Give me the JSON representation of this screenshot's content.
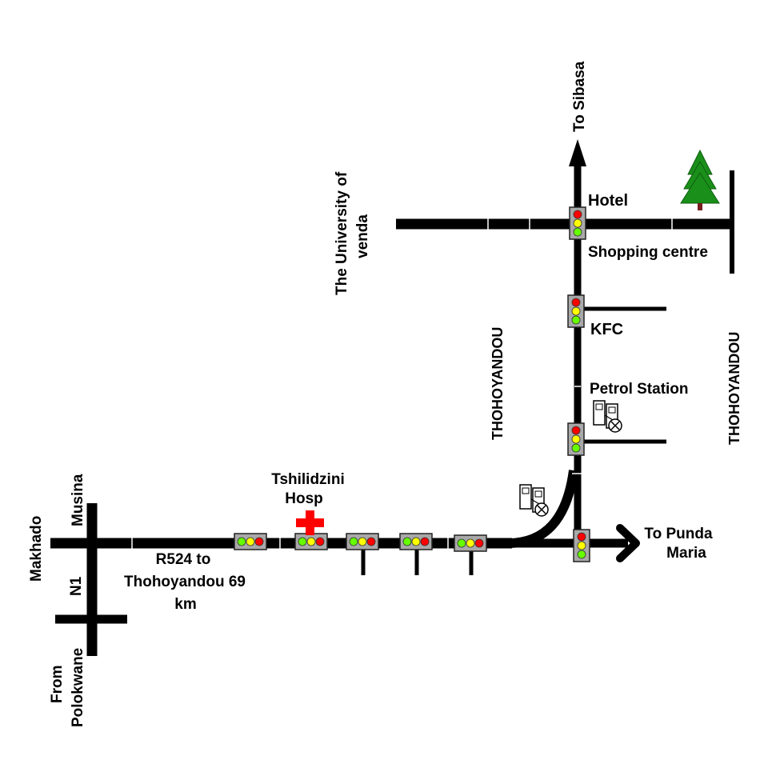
{
  "map": {
    "labels": {
      "to_sibasa": "To Sibasa",
      "hotel": "Hotel",
      "university_line1": "The University of",
      "university_line2": "venda",
      "shopping_centre": "Shopping centre",
      "thohoyandou_left": "THOHOYANDOU",
      "thohoyandou_right": "THOHOYANDOU",
      "kfc": "KFC",
      "petrol_station": "Petrol Station",
      "hospital_line1": "Tshilidzini",
      "hospital_line2": "Hosp",
      "to_punda_maria_line1": "To Punda",
      "to_punda_maria_line2": "Maria",
      "makhado": "Makhado",
      "musina": "Musina",
      "n1": "N1",
      "r524_line1": "R524 to",
      "r524_line2": "Thohoyandou 69",
      "r524_line3": "km",
      "from_polokwane_line1": "From",
      "from_polokwane_line2": "Polokwane"
    },
    "icons": [
      "traffic-light-icon",
      "hospital-cross-icon",
      "tree-icon",
      "petrol-pump-icon",
      "arrow-icon"
    ],
    "colors": {
      "road": "#000000",
      "cross": "#ff0000",
      "light_red": "#ff0000",
      "light_yellow": "#ffff00",
      "light_green": "#66ff00",
      "signal_box": "#a9a9a9",
      "tree": "#1a8f1a",
      "trunk": "#7a1f1f"
    }
  }
}
